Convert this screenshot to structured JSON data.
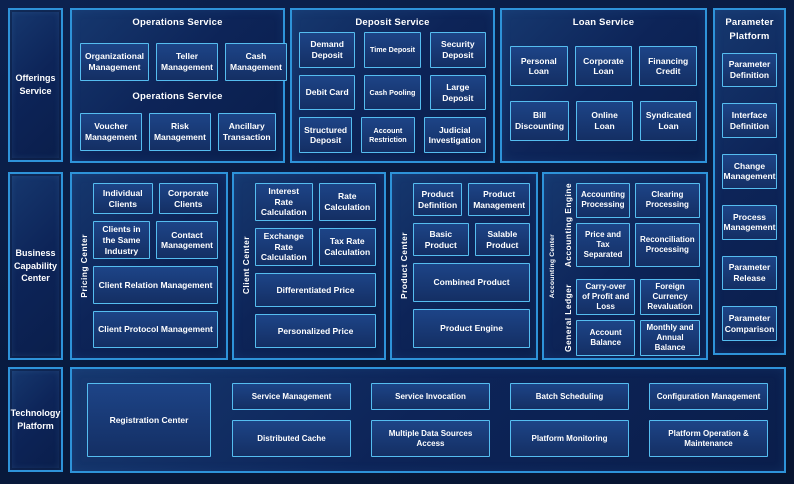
{
  "colors": {
    "page_bg": "#081a3d",
    "panel_bg": "#0d2458",
    "box_bg": "#1d4487",
    "border_accent": "#55bdf0",
    "panel_border": "#2e93d9",
    "text": "#ffffff"
  },
  "left_rail": {
    "offerings": "Offerings Service",
    "business": "Business Capability Center",
    "technology": "Technology Platform"
  },
  "operations": {
    "title": "Operations Service",
    "subtitle": "Operations Service",
    "row1": [
      "Organizational Management",
      "Teller Management",
      "Cash Management"
    ],
    "row2": [
      "Voucher Management",
      "Risk Management",
      "Ancillary Transaction"
    ]
  },
  "deposit": {
    "title": "Deposit Service",
    "rows": [
      [
        "Demand Deposit",
        "Time Deposit",
        "Security Deposit"
      ],
      [
        "Debit Card",
        "Cash Pooling",
        "Large Deposit"
      ],
      [
        "Structured Deposit",
        "Account Restriction",
        "Judicial Investigation"
      ]
    ]
  },
  "loan": {
    "title": "Loan Service",
    "rows": [
      [
        "Personal Loan",
        "Corporate Loan",
        "Financing Credit"
      ],
      [
        "Bill Discounting",
        "Online Loan",
        "Syndicated Loan"
      ]
    ]
  },
  "parameter": {
    "title": "Parameter Platform",
    "items": [
      "Parameter Definition",
      "Interface Definition",
      "Change Management",
      "Process Management",
      "Parameter Release",
      "Parameter Comparison"
    ]
  },
  "pricing": {
    "side_label": "Pricing Center",
    "small": [
      "Individual Clients",
      "Corporate Clients",
      "Clients in the Same Industry",
      "Contact Management"
    ],
    "wide": [
      "Client Relation Management",
      "Client Protocol Management"
    ]
  },
  "client": {
    "side_label": "Client Center",
    "small": [
      "Interest Rate Calculation",
      "Rate Calculation",
      "Exchange Rate Calculation",
      "Tax Rate Calculation"
    ],
    "wide": [
      "Differentiated Price",
      "Personalized Price"
    ]
  },
  "product": {
    "side_label": "Product Center",
    "small": [
      "Product Definition",
      "Product Management",
      "Basic Product",
      "Salable Product"
    ],
    "wide": [
      "Combined Product",
      "Product Engine"
    ]
  },
  "accounting": {
    "outer_label": "Accounting Center",
    "groups": [
      {
        "label": "Accounting Engine",
        "boxes": [
          "Accounting Processing",
          "Clearing Processing",
          "Price and Tax Separated",
          "Reconciliation Processing"
        ]
      },
      {
        "label": "General  Ledger",
        "boxes": [
          "Carry-over of Profit and Loss",
          "Foreign Currency Revaluation",
          "Account Balance",
          "Monthly and Annual Balance"
        ]
      }
    ]
  },
  "technology": {
    "registration": "Registration Center",
    "row1": [
      "Service Management",
      "Service Invocation",
      "Batch Scheduling",
      "Configuration Management"
    ],
    "row2": [
      "Distributed Cache",
      "Multiple Data Sources Access",
      "Platform Monitoring",
      "Platform Operation & Maintenance"
    ]
  }
}
